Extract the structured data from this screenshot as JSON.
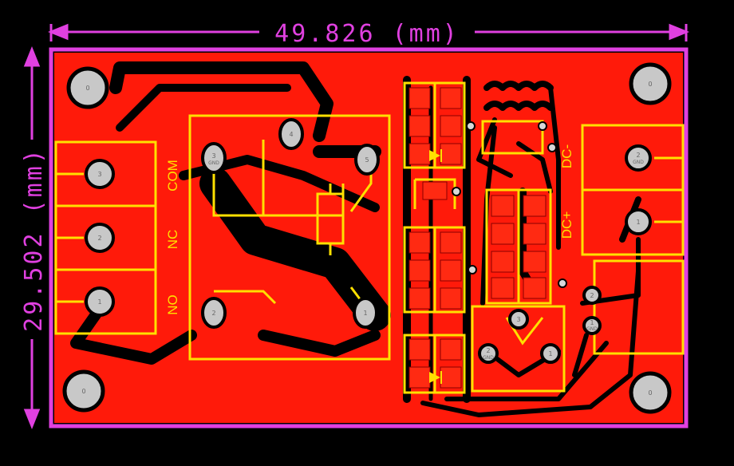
{
  "dimensions": {
    "width_text": "49.826 (mm)",
    "height_text": "29.502 (mm)"
  },
  "labels": {
    "com": "COM",
    "nc": "NC",
    "no": "NO",
    "dc_minus": "DC-",
    "dc_plus": "DC+"
  },
  "pads": {
    "mount": "0",
    "terminal_3": "3",
    "terminal_2": "2",
    "terminal_1": "1",
    "relay_3": "3",
    "relay_4": "4",
    "relay_5": "5",
    "relay_2": "2",
    "relay_1": "1",
    "gnd": "GND",
    "dc_2": "2",
    "dc_1": "1",
    "trans_3": "3",
    "trans_2": "2",
    "trans_1": "1",
    "small_2": "2",
    "small_1": "1"
  },
  "colors": {
    "copper": "#ff1a0a",
    "trace_gap": "#000000",
    "silkscreen": "#ffe000",
    "outline": "#e040e0",
    "pad": "#c8c8c8"
  }
}
